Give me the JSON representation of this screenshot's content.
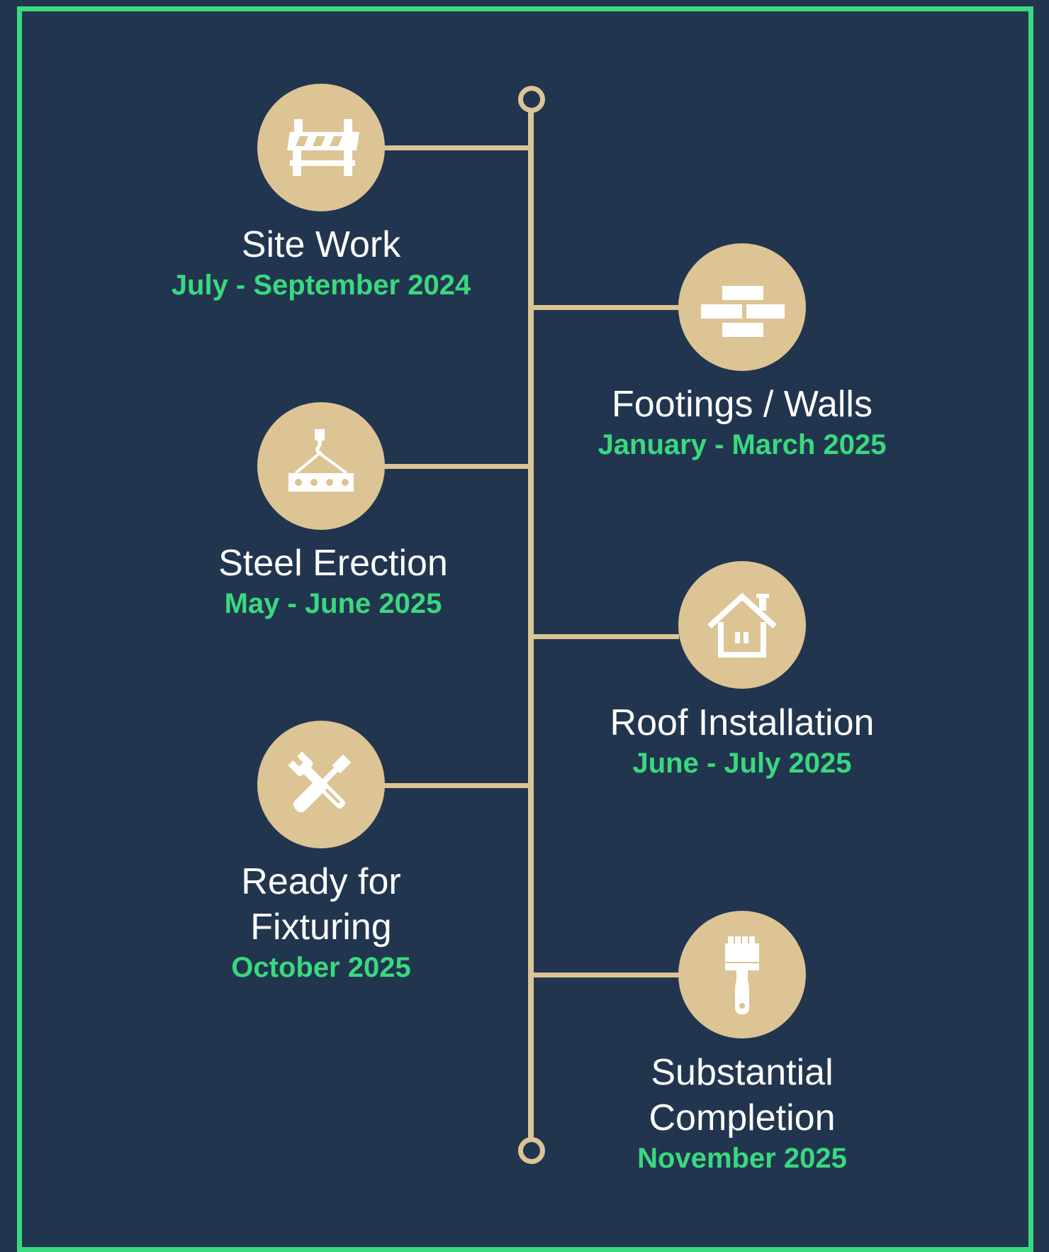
{
  "colors": {
    "background": "#22354f",
    "frame": "#39d97e",
    "accent": "#dcc494",
    "title_text": "#ffffff",
    "date_text": "#39d97e"
  },
  "milestones": [
    {
      "title": "Site Work",
      "date": "July - September 2024",
      "icon": "barricade-icon"
    },
    {
      "title": "Footings / Walls",
      "date": "January - March 2025",
      "icon": "bricks-icon"
    },
    {
      "title": "Steel Erection",
      "date": "May - June 2025",
      "icon": "crane-beam-icon"
    },
    {
      "title": "Roof Installation",
      "date": "June - July 2025",
      "icon": "house-icon"
    },
    {
      "title": "Ready for Fixturing",
      "date": "October 2025",
      "icon": "tools-icon"
    },
    {
      "title": "Substantial Completion",
      "date": "November 2025",
      "icon": "paintbrush-icon"
    }
  ]
}
